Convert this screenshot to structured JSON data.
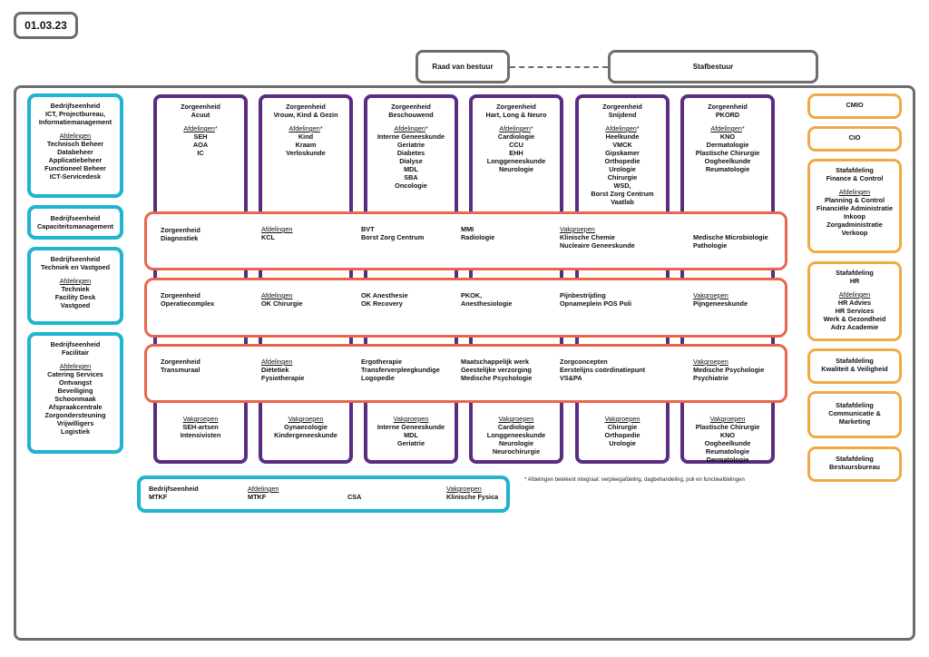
{
  "date": "01.03.23",
  "top": {
    "raad": "Raad van bestuur",
    "staf": "Stafbestuur"
  },
  "left_units": [
    {
      "title": [
        "Bedrijfseenheid",
        "ICT, Projectbureau,",
        "Informatiemanagement"
      ],
      "sub": "Afdelingen",
      "items": [
        "Technisch Beheer",
        "Databeheer",
        "Applicatiebeheer",
        "Functioneel Beheer",
        "ICT-Servicedesk"
      ]
    },
    {
      "title": [
        "Bedrijfseenheid",
        "Capaciteitsmanagement"
      ],
      "sub": "",
      "items": []
    },
    {
      "title": [
        "Bedrijfseenheid",
        "Techniek en Vastgoed"
      ],
      "sub": "Afdelingen",
      "items": [
        "Techniek",
        "Facility Desk",
        "Vastgoed"
      ]
    },
    {
      "title": [
        "Bedrijfseenheid",
        "Facilitair"
      ],
      "sub": "Afdelingen",
      "items": [
        "Catering Services",
        "Ontvangst",
        "Beveiliging",
        "Schoonmaak",
        "Afspraakcentrale",
        "Zorgondersteuning",
        "Vrijwilligers",
        "Logistiek"
      ]
    }
  ],
  "zorgeenheden": [
    {
      "title": [
        "Zorgeenheid",
        "Acuut"
      ],
      "sub": "Afdelingen",
      "star": "*",
      "items": [
        "SEH",
        "AOA",
        "IC"
      ],
      "vak": "Vakgroepen",
      "vak_items": [
        "SEH-artsen",
        "Intensivisten"
      ]
    },
    {
      "title": [
        "Zorgeenheid",
        "Vrouw, Kind & Gezin"
      ],
      "sub": "Afdelingen",
      "star": "*",
      "items": [
        "Kind",
        "Kraam",
        "Verloskunde"
      ],
      "vak": "Vakgroepen",
      "vak_items": [
        "Gynaecologie",
        "Kindergeneeskunde"
      ]
    },
    {
      "title": [
        "Zorgeenheid",
        "Beschouwend"
      ],
      "sub": "Afdelingen",
      "star": "*",
      "items": [
        "Interne Geneeskunde",
        "Geriatrie",
        "Diabetes",
        "Dialyse",
        "MDL",
        "SBA",
        "Oncologie"
      ],
      "vak": "Vakgroepen",
      "vak_items": [
        "Interne Geneeskunde",
        "MDL",
        "Geriatrie"
      ]
    },
    {
      "title": [
        "Zorgeenheid",
        "Hart, Long & Neuro"
      ],
      "sub": "Afdelingen",
      "star": "*",
      "items": [
        "Cardiologie",
        "CCU",
        "EHH",
        "Longgeneeskunde",
        "Neurologie"
      ],
      "vak": "Vakgroepen",
      "vak_items": [
        "Cardiologie",
        "Longgeneeskunde",
        "Neurologie",
        "Neurochirurgie"
      ]
    },
    {
      "title": [
        "Zorgeenheid",
        "Snijdend"
      ],
      "sub": "Afdelingen",
      "star": "*",
      "items": [
        "Heelkunde",
        "VMCK",
        "Gipskamer",
        "Orthopedie",
        "Urologie",
        "Chirurgie",
        "WSD,",
        "Borst Zorg Centrum",
        "Vaatlab"
      ],
      "vak": "Vakgroepen",
      "vak_items": [
        "Chirurgie",
        "Orthopedie",
        "Urologie"
      ]
    },
    {
      "title": [
        "Zorgeenheid",
        "PKORD"
      ],
      "sub": "Afdelingen",
      "star": "*",
      "items": [
        "KNO",
        "Dermatologie",
        "Plastische Chirurgie",
        "Oogheelkunde",
        "Reumatologie"
      ],
      "vak": "Vakgroepen",
      "vak_items": [
        "Plastische Chirurgie",
        "KNO",
        "Oogheelkunde",
        "Reumatologie",
        "Dermatologie"
      ]
    }
  ],
  "horizontal": [
    {
      "cols": [
        {
          "head": "",
          "lines": [
            "Zorgeenheid",
            "Diagnostiek"
          ],
          "bold": true
        },
        {
          "head": "Afdelingen",
          "lines": [
            "KCL"
          ]
        },
        {
          "head": "",
          "lines": [
            "BVT",
            "Borst Zorg Centrum"
          ]
        },
        {
          "head": "",
          "lines": [
            "MMI",
            "Radiologie"
          ]
        },
        {
          "head": "Vakgroepen",
          "lines": [
            "Klinische Chemie",
            "Nucleaire Geneeskunde"
          ]
        },
        {
          "head": "",
          "lines": [
            "Medische Microbiologie",
            "Pathologie"
          ]
        }
      ]
    },
    {
      "cols": [
        {
          "head": "",
          "lines": [
            "Zorgeenheid",
            "Operatiecomplex"
          ],
          "bold": true
        },
        {
          "head": "Afdelingen",
          "lines": [
            "OK Chirurgie"
          ]
        },
        {
          "head": "",
          "lines": [
            "OK Anesthesie",
            "OK Recovery"
          ]
        },
        {
          "head": "",
          "lines": [
            "PKOK,",
            "Anesthesiologie"
          ]
        },
        {
          "head": "",
          "lines": [
            "Pijnbestrijding",
            "Opnameplein POS Poli"
          ]
        },
        {
          "head": "Vakgroepen",
          "lines": [
            "Pijngeneeskunde"
          ]
        }
      ]
    },
    {
      "cols": [
        {
          "head": "",
          "lines": [
            "Zorgeenheid",
            "Transmuraal"
          ],
          "bold": true
        },
        {
          "head": "Afdelingen",
          "lines": [
            "Diëtetiek",
            "Fysiotherapie"
          ]
        },
        {
          "head": "",
          "lines": [
            "Ergotherapie",
            "Transferverpleegkundige",
            "Logopedie"
          ]
        },
        {
          "head": "",
          "lines": [
            "Maatschappelijk werk",
            "Geestelijke verzorging",
            "Medische Psychologie"
          ]
        },
        {
          "head": "",
          "lines": [
            "Zorgconcepten",
            "Eerstelijns coördinatiepunt",
            "VS&PA"
          ]
        },
        {
          "head": "Vakgroepen",
          "lines": [
            "Medische Psychologie",
            "Psychiatrie"
          ]
        }
      ]
    }
  ],
  "right_units": [
    {
      "title": [
        "CMIO"
      ],
      "sub": "",
      "items": []
    },
    {
      "title": [
        "CIO"
      ],
      "sub": "",
      "items": []
    },
    {
      "title": [
        "Stafafdeling",
        "Finance & Control"
      ],
      "sub": "Afdelingen",
      "items": [
        "Planning & Control",
        "Financiële Administratie",
        "Inkoop",
        "Zorgadministratie",
        "Verkoop"
      ]
    },
    {
      "title": [
        "Stafafdeling",
        "HR"
      ],
      "sub": "Afdelingen",
      "items": [
        "HR Advies",
        "HR Services",
        "Werk & Gezondheid",
        "Adrz Academie"
      ]
    },
    {
      "title": [
        "Stafafdeling",
        "Kwaliteit & Veiligheid"
      ],
      "sub": "",
      "items": []
    },
    {
      "title": [
        "Stafafdeling",
        "Communicatie &",
        "Marketing"
      ],
      "sub": "",
      "items": []
    },
    {
      "title": [
        "Stafafdeling",
        "Bestuursbureau"
      ],
      "sub": "",
      "items": []
    }
  ],
  "mtkf": {
    "cols": [
      {
        "head": "",
        "lines": [
          "Bedrijfseenheid",
          "MTKF"
        ],
        "bold": true
      },
      {
        "head": "Afdelingen",
        "lines": [
          "MTKF"
        ]
      },
      {
        "head": "",
        "lines": [
          "",
          "CSA"
        ]
      },
      {
        "head": "Vakgroepen",
        "lines": [
          "Klinische Fysica"
        ]
      }
    ]
  },
  "footnote": "* Afdelingen betekent integraal: verpleegafdeling, dagbehandeling, poli en functieafdelingen"
}
